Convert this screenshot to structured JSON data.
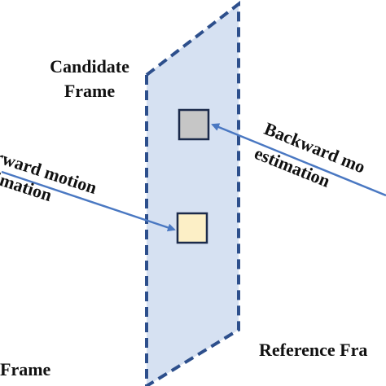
{
  "colors": {
    "plane_fill": "#d6e1f2",
    "plane_stroke": "#2d4f8c",
    "arrow": "#4a78c2",
    "block_candidate": "#c6c6c6",
    "block_reference": "#fcefc6",
    "block_stroke": "#1b2a4a",
    "text": "#111111"
  },
  "labels": {
    "candidate_frame_line1": "Candidate",
    "candidate_frame_line2": "Frame",
    "forward_line1": "rward motion",
    "forward_line2": "imation",
    "backward_line1": "Backward mo",
    "backward_line2": "estimation",
    "reference_frame": "Reference Fra",
    "left_frame": "Frame"
  }
}
